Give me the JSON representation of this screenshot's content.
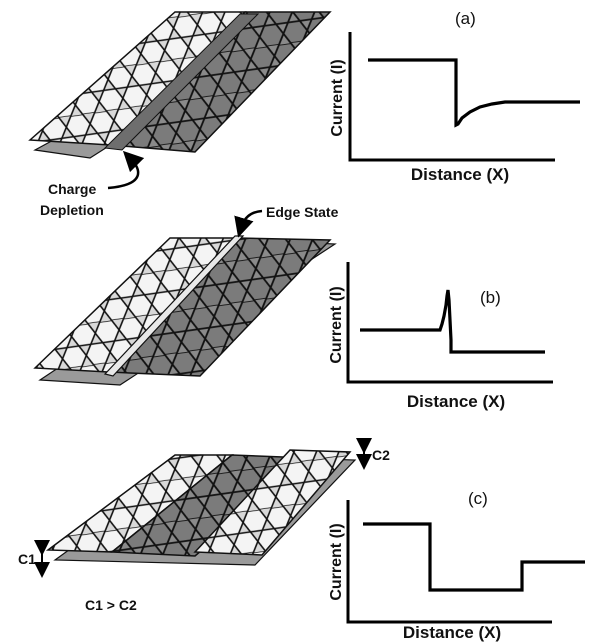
{
  "colors": {
    "light_sheet": "#d8d8d8",
    "dark_sheet": "#8a8a8a",
    "light_hex_fill": "#f4f4f4",
    "dark_hex_fill": "#7b7b7b",
    "substrate": "#9a9a9a",
    "depletion": "#6e6e6e"
  },
  "panels": [
    {
      "label": "(a)",
      "ylabel": "Current (I)",
      "xlabel": "Distance (X)",
      "annotations": [
        "Charge",
        "Depletion"
      ]
    },
    {
      "label": "(b)",
      "ylabel": "Current (I)",
      "xlabel": "Distance (X)",
      "annotations": [
        "Edge State"
      ]
    },
    {
      "label": "(c)",
      "ylabel": "Current (I)",
      "xlabel": "Distance (X)",
      "annotations": [
        "C1",
        "C2",
        "C1 > C2"
      ]
    }
  ]
}
